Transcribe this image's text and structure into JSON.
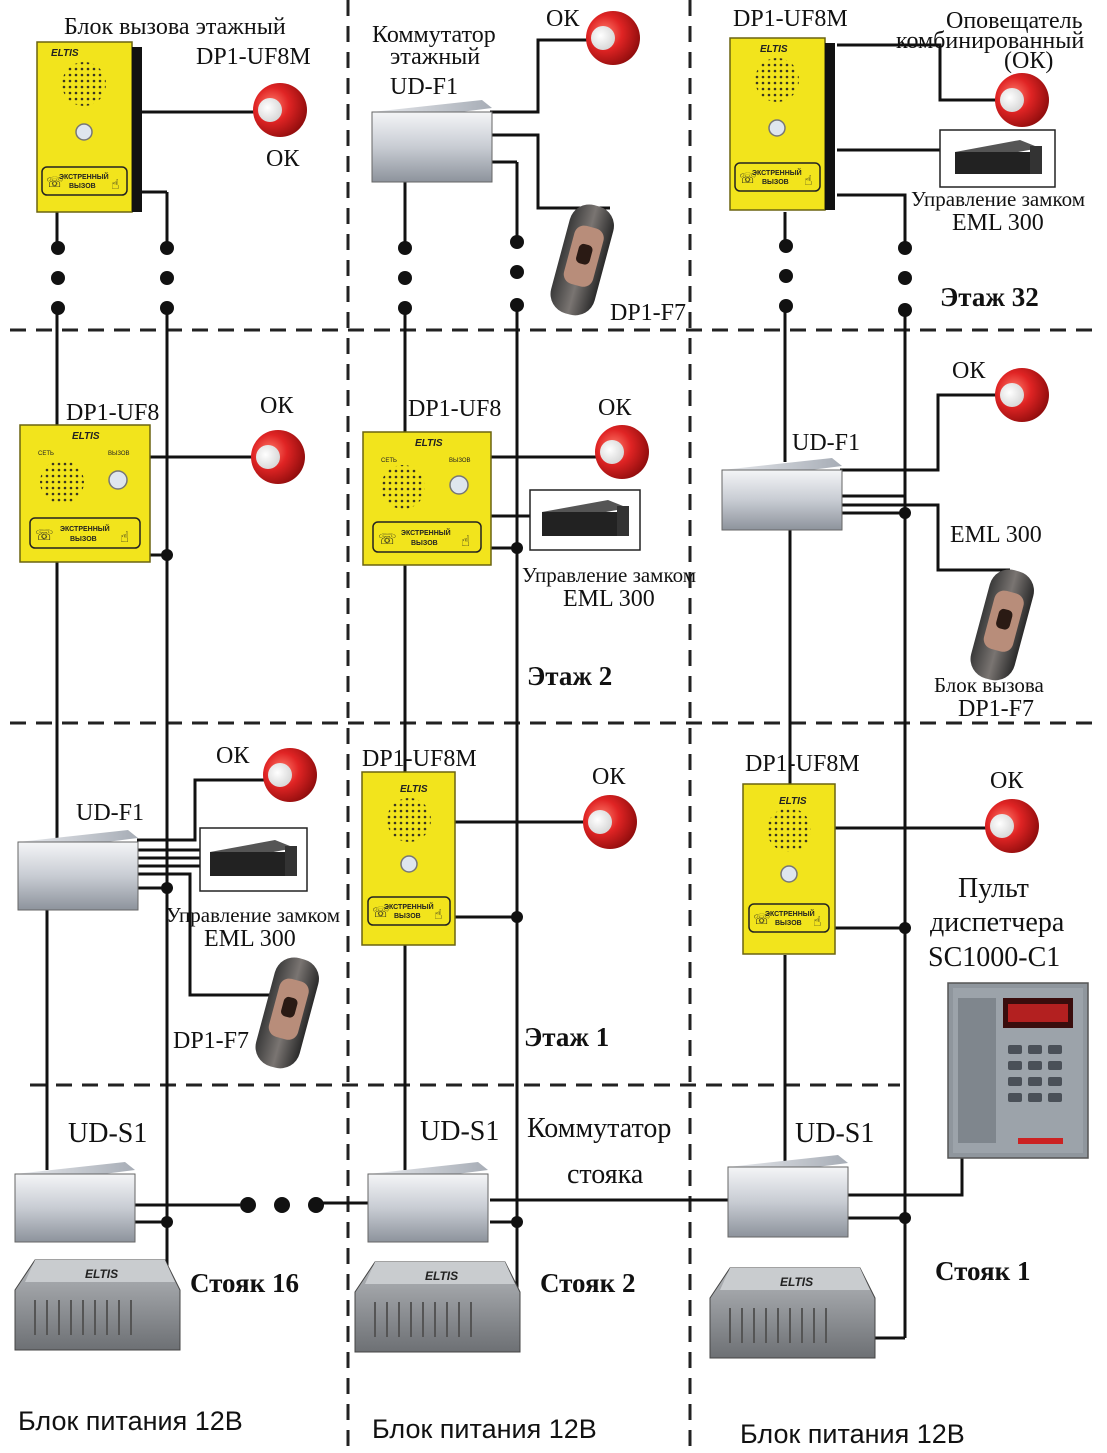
{
  "floors": {
    "floor32": "Этаж 32",
    "floor2": "Этаж 2",
    "floor1": "Этаж 1"
  },
  "risers": {
    "riser16": "Стояк 16",
    "riser2": "Стояк 2",
    "riser1": "Стояк 1"
  },
  "labels": {
    "call_block_floor": "Блок вызова этажный",
    "dp1_uf8m": "DP1-UF8M",
    "dp1_uf8": "DP1-UF8",
    "dp1_f7": "DP1-F7",
    "ok": "ОК",
    "switch_floor_line1": "Коммутатор",
    "switch_floor_line2": "этажный",
    "ud_f1": "UD-F1",
    "notifier_line1": "Оповещатель",
    "notifier_line2": "комбинированный",
    "notifier_line3": "(ОК)",
    "lock_ctrl": "Управление замком",
    "eml300": "EML 300",
    "call_block": "Блок вызова",
    "ud_s1": "UD-S1",
    "switch_riser_line1": "Коммутатор",
    "switch_riser_line2": "стояка",
    "dispatcher_line1": "Пульт",
    "dispatcher_line2": "диспетчера",
    "dispatcher_model": "SC1000-C1",
    "psu": "Блок питания 12В",
    "brand": "ELTIS",
    "panel_btn_line1": "ЭКСТРЕННЫЙ",
    "panel_btn_line2": "ВЫЗОВ",
    "panel_net": "СЕТЬ",
    "panel_call": "ВЫЗОВ"
  },
  "colors": {
    "panel_yellow": "#f2e41c",
    "beacon_red": "#d81818",
    "switch_silver": "#c9cdd4",
    "psu_gray": "#8f9296"
  }
}
